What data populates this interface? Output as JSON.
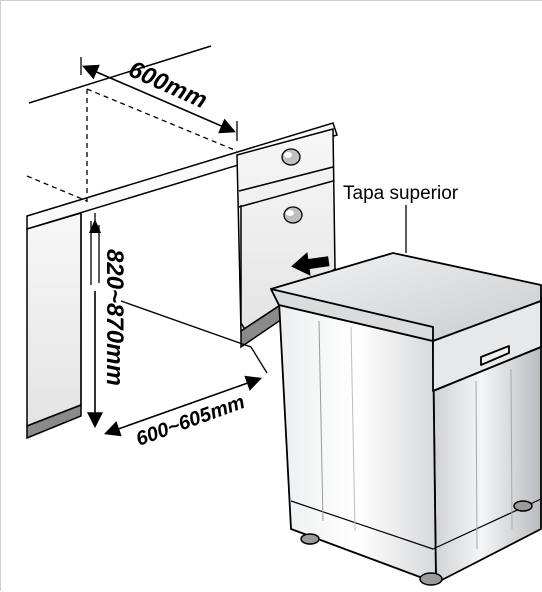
{
  "diagram": {
    "dimensions": {
      "width_top": "600mm",
      "height": "820~870mm",
      "depth": "600~605mm"
    },
    "callouts": {
      "top_cover": "Tapa superior"
    }
  }
}
